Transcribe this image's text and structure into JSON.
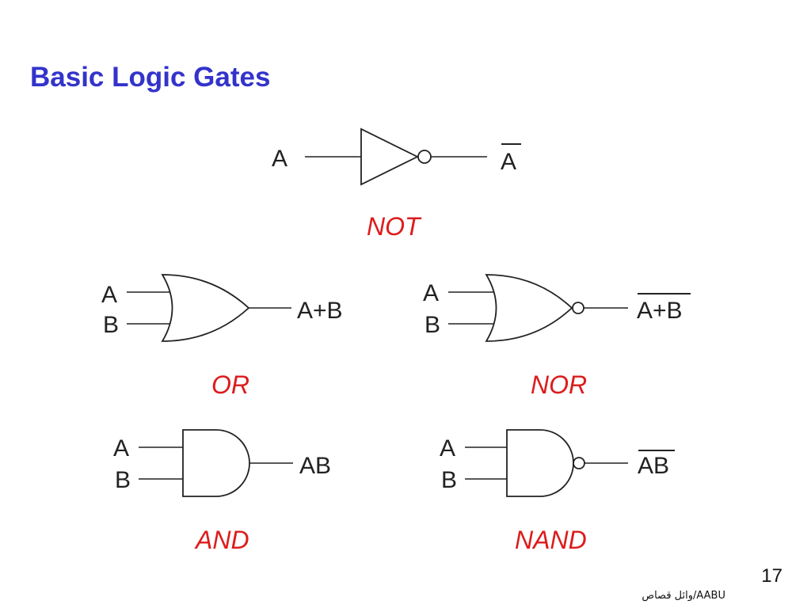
{
  "slide": {
    "title": "Basic Logic Gates",
    "page_number": "17",
    "footer": "وائل قصاص/AABU"
  },
  "gates": {
    "not": {
      "name": "NOT",
      "input_a": "A",
      "output": "A"
    },
    "or": {
      "name": "OR",
      "input_a": "A",
      "input_b": "B",
      "output": "A+B"
    },
    "nor": {
      "name": "NOR",
      "input_a": "A",
      "input_b": "B",
      "output": "A+B"
    },
    "and": {
      "name": "AND",
      "input_a": "A",
      "input_b": "B",
      "output": "AB"
    },
    "nand": {
      "name": "NAND",
      "input_a": "A",
      "input_b": "B",
      "output": "AB"
    }
  },
  "colors": {
    "title": "#3333cc",
    "gate_name": "#dd1c1c",
    "line": "#222222"
  }
}
